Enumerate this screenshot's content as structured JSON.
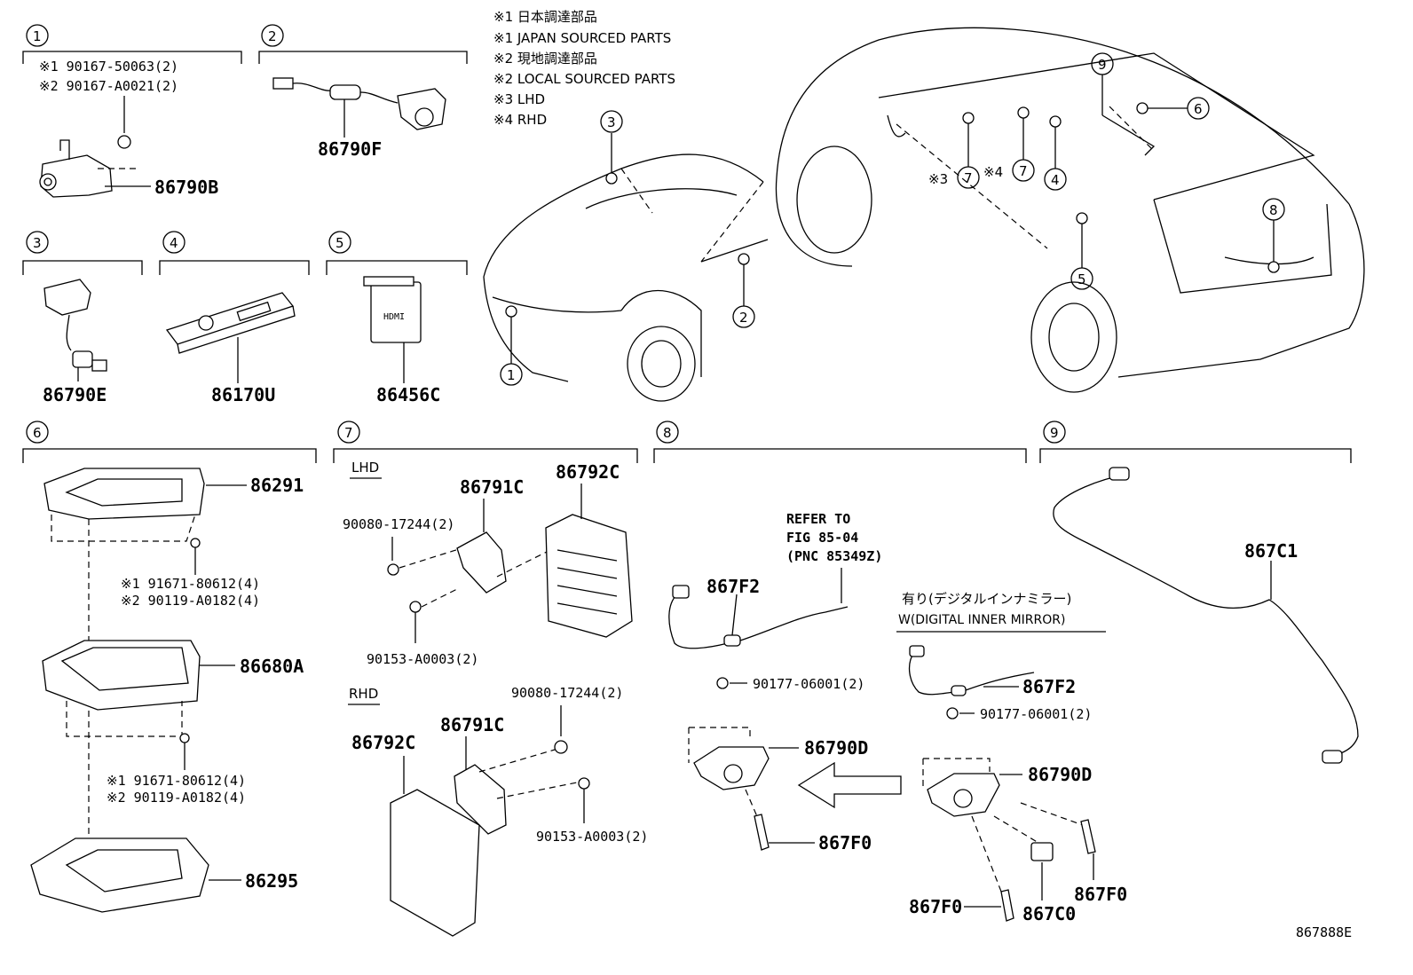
{
  "notes": [
    "※1 日本調達部品",
    "※1 JAPAN SOURCED PARTS",
    "※2 現地調達部品",
    "※2 LOCAL SOURCED PARTS",
    "※3 LHD",
    "※4 RHD"
  ],
  "callouts": [
    "1",
    "2",
    "3",
    "4",
    "5",
    "6",
    "7",
    "8",
    "9"
  ],
  "parts": {
    "p86790B": "86790B",
    "p90167_50063": "※1 90167-50063(2)",
    "p90167_A0021": "※2 90167-A0021(2)",
    "p86790F": "86790F",
    "p86790E": "86790E",
    "p86170U": "86170U",
    "p86456C": "86456C",
    "p86291": "86291",
    "p91671_a": "※1 91671-80612(4)",
    "p90119_a": "※2 90119-A0182(4)",
    "p86680A": "86680A",
    "p91671_b": "※1 91671-80612(4)",
    "p90119_b": "※2 90119-A0182(4)",
    "p86295": "86295",
    "lhd": "LHD",
    "rhd": "RHD",
    "p86791C_l": "86791C",
    "p86792C_l": "86792C",
    "p90080_l": "90080-17244(2)",
    "p90153_l": "90153-A0003(2)",
    "p86792C_r": "86792C",
    "p86791C_r": "86791C",
    "p90080_r": "90080-17244(2)",
    "p90153_r": "90153-A0003(2)",
    "refer1": "REFER TO",
    "refer2": "FIG 85-04",
    "refer3": "(PNC 85349Z)",
    "p867F2_a": "867F2",
    "p90177_a": "90177-06001(2)",
    "p86790D_a": "86790D",
    "p867F0_a": "867F0",
    "dim_jp": "有り(デジタルインナミラー)",
    "dim_en": "W(DIGITAL INNER MIRROR)",
    "p867F2_b": "867F2",
    "p90177_b": "90177-06001(2)",
    "p86790D_b": "86790D",
    "p867F0_b": "867F0",
    "p867F0_c": "867F0",
    "p867C0": "867C0",
    "p867C1": "867C1",
    "hdmi": "HDMI",
    "rhd_mark": "※4",
    "lhd_mark": "※3"
  },
  "figure_id": "867888E"
}
